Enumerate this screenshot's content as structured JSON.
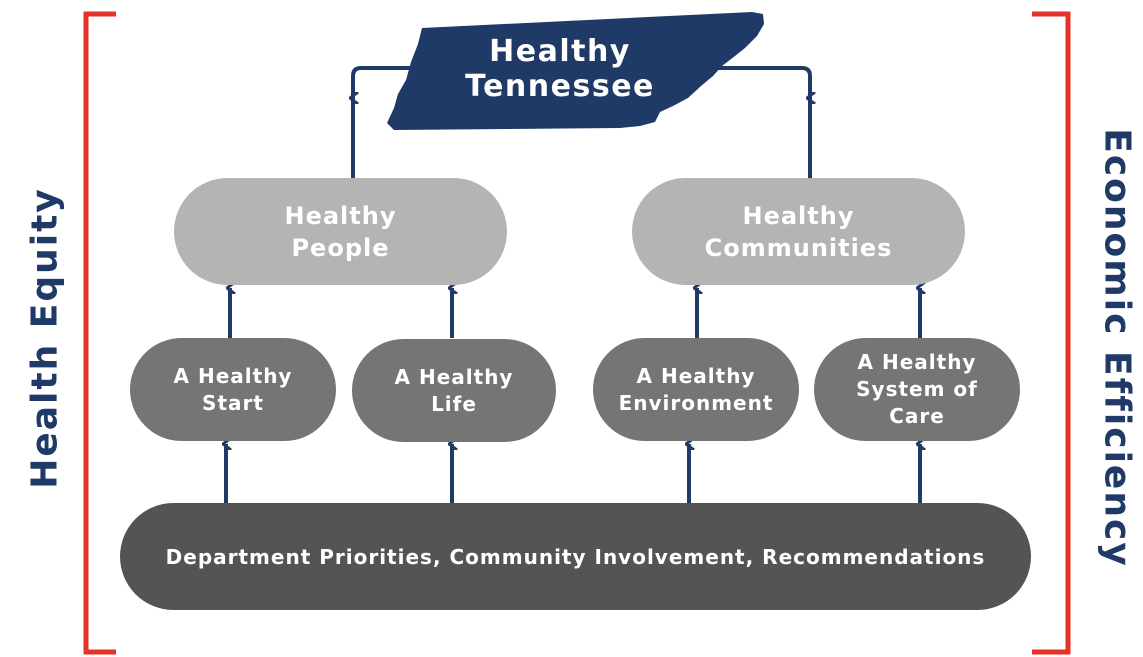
{
  "top": {
    "title": "Healthy\nTennessee"
  },
  "left_label": "Health Equity",
  "right_label": "Economic Efficiency",
  "middle": [
    {
      "label": "Healthy\nPeople"
    },
    {
      "label": "Healthy\nCommunities"
    }
  ],
  "lower": [
    {
      "label": "A Healthy\nStart"
    },
    {
      "label": "A Healthy\nLife"
    },
    {
      "label": "A Healthy\nEnvironment"
    },
    {
      "label": "A Healthy\nSystem of\nCare"
    }
  ],
  "base": {
    "label": "Department Priorities, Community Involvement, Recommendations"
  },
  "colors": {
    "navy": "#1f3a66",
    "bracket_red": "#e63329",
    "mid_gray": "#b4b4b4",
    "low_gray": "#757575",
    "base_gray": "#545454"
  }
}
